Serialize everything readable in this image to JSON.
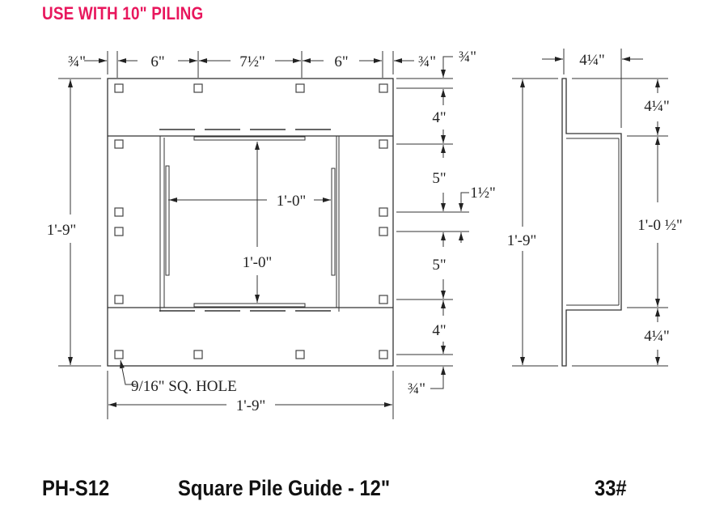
{
  "banner": "USE WITH 10\" PILING",
  "footer": {
    "part_number": "PH-S12",
    "description": "Square Pile Guide - 12\"",
    "weight": "33#"
  },
  "front_view": {
    "top_dims": [
      "¾\"",
      "6\"",
      "7½\"",
      "6\"",
      "¾\""
    ],
    "overall_height": "1'-9\"",
    "overall_width": "1'-9\"",
    "inner_width": "1'-0\"",
    "inner_height": "1'-0\"",
    "right_dims": [
      "¾\"",
      "4\"",
      "5\"",
      "1½\"",
      "5\"",
      "4\"",
      "¾\""
    ],
    "hole_note": "9/16\" SQ. HOLE"
  },
  "side_view": {
    "depth": "4¼\"",
    "overall_height": "1'-9\"",
    "top_flange": "4¼\"",
    "channel_height": "1'-0 ½\"",
    "bottom_flange": "4¼\""
  }
}
